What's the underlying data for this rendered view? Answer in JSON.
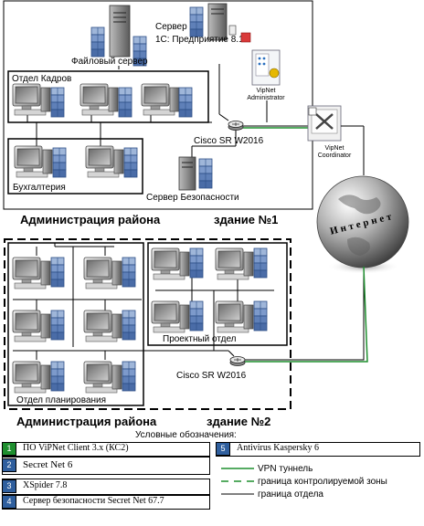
{
  "building1": {
    "caption_admin": "Администрация района",
    "caption_building": "здание №1",
    "file_server": "Файловый сервер",
    "server_1c_line1": "Сервер",
    "server_1c_line2": "1С: Предприятие 8.1",
    "hr_dept": "Отдел Кадров",
    "accounting": "Бухгалтерия",
    "security_server": "Сервер Безопасности",
    "router": "Cisco SR W2016",
    "vipnet_admin_line1": "VipNet",
    "vipnet_admin_line2": "Administrator",
    "vipnet_coord_line1": "VipNet",
    "vipnet_coord_line2": "Coordinator"
  },
  "internet": "Интернет",
  "building2": {
    "caption_admin": "Администрация района",
    "caption_building": "здание №2",
    "project_dept": "Проектный отдел",
    "planning_dept": "Отдел планирования",
    "router": "Cisco SR W2016"
  },
  "legend": {
    "title": "Условные обозначения:",
    "items": [
      {
        "num": "1",
        "label": "ПО ViPNet Client 3.x (КС2)",
        "color": "#1f8f2f"
      },
      {
        "num": "2",
        "label": "Secret Net 6",
        "color": "#2f5f9e"
      },
      {
        "num": "3",
        "label": "XSpider 7.8",
        "color": "#2f5f9e"
      },
      {
        "num": "4",
        "label": "Сервер безопасности Secret Net 67.7",
        "color": "#2f5f9e"
      },
      {
        "num": "5",
        "label": "Antivirus Kaspersky 6",
        "color": "#2f5f9e"
      }
    ],
    "vpn": "VPN туннель",
    "control_zone": "граница контролируемой зоны",
    "dept_border": "граница отдела"
  }
}
